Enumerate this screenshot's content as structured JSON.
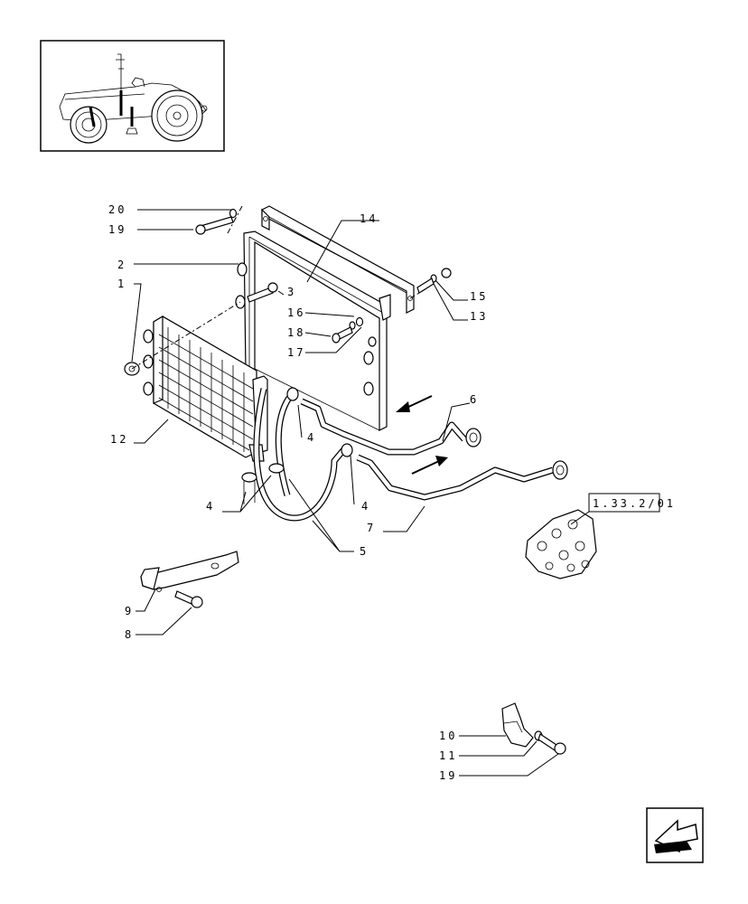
{
  "callouts": {
    "c20": "20",
    "c19a": "19",
    "c14": "14",
    "c2": "2",
    "c1": "1",
    "c3": "3",
    "c16": "16",
    "c18": "18",
    "c17": "17",
    "c15": "15",
    "c13": "13",
    "c6": "6",
    "c12": "12",
    "c4a": "4",
    "c4b": "4",
    "c4c": "4",
    "c7": "7",
    "c5": "5",
    "c9": "9",
    "c8": "8",
    "c10": "10",
    "c11": "11",
    "c19b": "19"
  },
  "reference": "1.33.2/01",
  "icons": {
    "thumbnail": "tractor-thumbnail-icon",
    "nav": "next-page-arrow-icon"
  }
}
